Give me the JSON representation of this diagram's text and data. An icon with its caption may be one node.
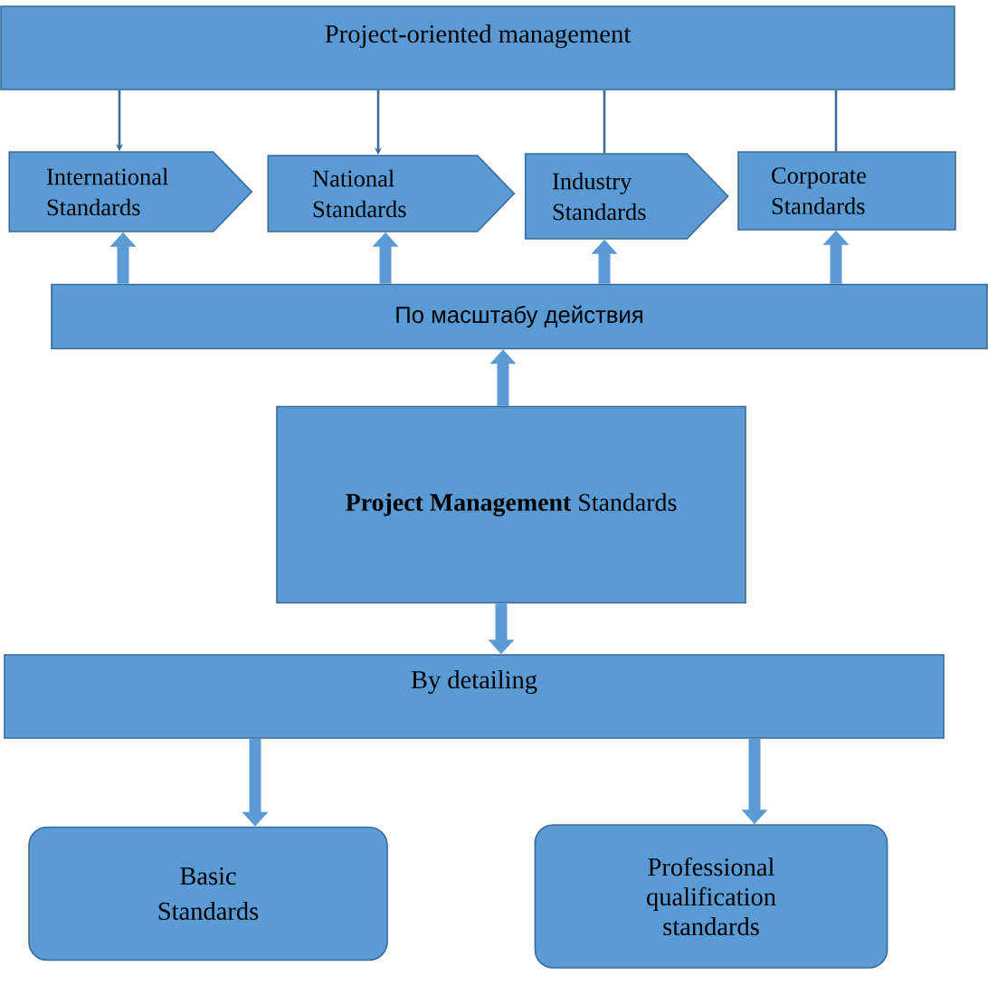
{
  "diagram": {
    "nodes": [
      {
        "text": [
          "Project-oriented management"
        ]
      },
      {
        "text": [
          "International Standards"
        ]
      },
      {
        "text": [
          "National Standards"
        ]
      },
      {
        "text": [
          "Industry Standards"
        ]
      },
      {
        "text": [
          "Corporate Standards"
        ]
      },
      {
        "text": [
          "По масштабу действия"
        ]
      },
      {
        "text": [
          "**Project Management** Standards"
        ]
      },
      {
        "text": [
          "By detailing"
        ]
      },
      {
        "text": [
          "Basic Standards"
        ]
      },
      {
        "text": [
          "Professional qualification standards"
        ]
      }
    ],
    "edges": [
      {
        "from": 0,
        "to": 1,
        "arrow": "to"
      },
      {
        "from": 0,
        "to": 2,
        "arrow": "to"
      },
      {
        "from": 0,
        "to": 3,
        "arrow": "none"
      },
      {
        "from": 0,
        "to": 4,
        "arrow": "none"
      },
      {
        "from": 5,
        "to": 1,
        "arrow": "to"
      },
      {
        "from": 5,
        "to": 2,
        "arrow": "to"
      },
      {
        "from": 5,
        "to": 3,
        "arrow": "to"
      },
      {
        "from": 5,
        "to": 4,
        "arrow": "to"
      },
      {
        "from": 6,
        "to": 5,
        "arrow": "to"
      },
      {
        "from": 6,
        "to": 7,
        "arrow": "to"
      },
      {
        "from": 7,
        "to": 8,
        "arrow": "to"
      },
      {
        "from": 7,
        "to": 9,
        "arrow": "to"
      }
    ]
  }
}
